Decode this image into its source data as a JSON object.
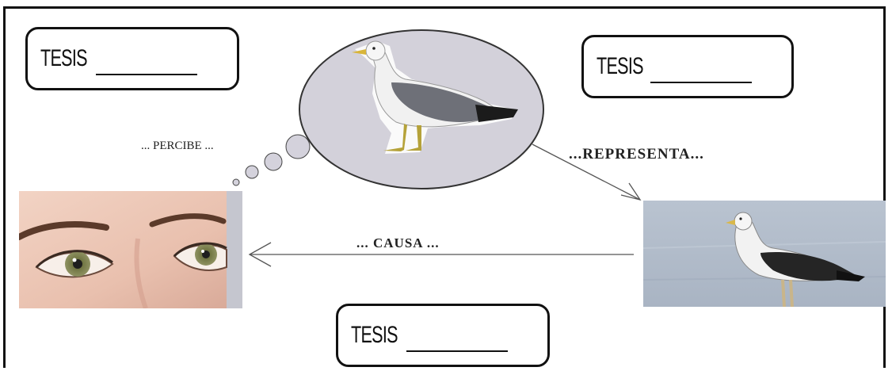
{
  "tesis_boxes": [
    {
      "label": "TESIS"
    },
    {
      "label": "TESIS"
    },
    {
      "label": "TESIS"
    }
  ],
  "links": {
    "percibe": "... PERCIBE ...",
    "representa": "...REPRESENTA...",
    "causa": "... CAUSA ..."
  }
}
